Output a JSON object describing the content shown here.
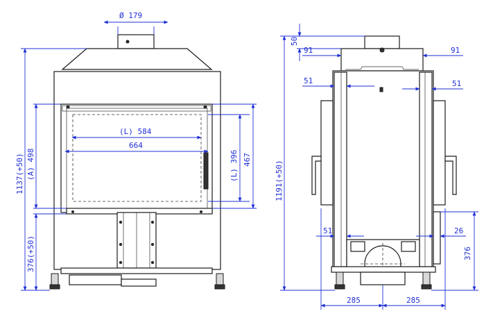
{
  "front_view": {
    "flue_diameter": "Ø 179",
    "label_L584": "(L) 584",
    "label_664": "664",
    "label_L396": "(L) 396",
    "label_467": "467",
    "label_A498": "(A) 498",
    "label_1137": "1137(+50)",
    "label_376": "376(+50)"
  },
  "side_view": {
    "label_50": "50",
    "label_91_left": "91",
    "label_91_right": "91",
    "label_51_top_left": "51",
    "label_51_top_right": "51",
    "label_1191": "1191(+50)",
    "label_51_bottom": "51",
    "label_26": "26",
    "label_376": "376",
    "label_285_left": "285",
    "label_285_right": "285"
  },
  "colors": {
    "line": "#1a1a1a",
    "dimension": "#1f2fd6"
  }
}
